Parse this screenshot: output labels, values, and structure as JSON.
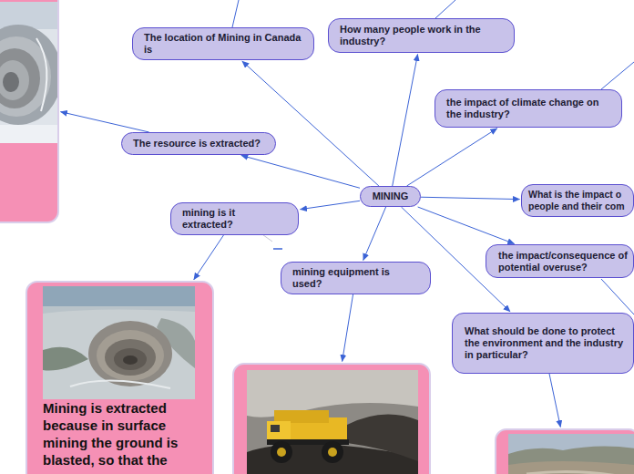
{
  "diagram": {
    "nodes": [
      {
        "text": []
      },
      {
        "text": [
          "How many people work in the industry?"
        ]
      },
      {
        "text": [
          "The location of Mining in Canada is"
        ]
      },
      {
        "text": [
          "the impact of climate change on the industry?"
        ]
      },
      {
        "text": [
          "The resource is extracted?"
        ]
      },
      {
        "text": [
          "MINING"
        ]
      },
      {
        "text": [
          "What is the impact o people and their com"
        ]
      },
      {
        "text": [
          "mining is it extracted?"
        ]
      },
      {
        "text": [
          "the impact/consequence of potential overuse?"
        ]
      },
      {
        "text": [
          "mining equipment is used?"
        ]
      },
      {
        "text": [
          "Mining is extracted because in surface mining the ground is blasted, so that the"
        ]
      },
      {
        "text": [
          "What should be done to protect the environment and the industry in particular?"
        ]
      },
      {
        "text": []
      },
      {
        "text": []
      }
    ],
    "edges": [
      {
        "from": 5,
        "to": 1,
        "arrow": "to"
      },
      {
        "from": 5,
        "to": 2,
        "arrow": "to"
      },
      {
        "from": 5,
        "to": 3,
        "arrow": "to"
      },
      {
        "from": 5,
        "to": 4,
        "arrow": "to"
      },
      {
        "from": 5,
        "to": 6,
        "arrow": "to"
      },
      {
        "from": 5,
        "to": 7,
        "arrow": "to"
      },
      {
        "from": 5,
        "to": 8,
        "arrow": "to"
      },
      {
        "from": 5,
        "to": 9,
        "arrow": "to"
      },
      {
        "from": 5,
        "to": 11,
        "arrow": "to"
      },
      {
        "from": 4,
        "to": 0,
        "arrow": "to"
      },
      {
        "from": 7,
        "to": 10,
        "arrow": "to"
      },
      {
        "from": 9,
        "to": 12,
        "arrow": "to"
      },
      {
        "from": 11,
        "to": 13,
        "arrow": "to"
      }
    ]
  }
}
